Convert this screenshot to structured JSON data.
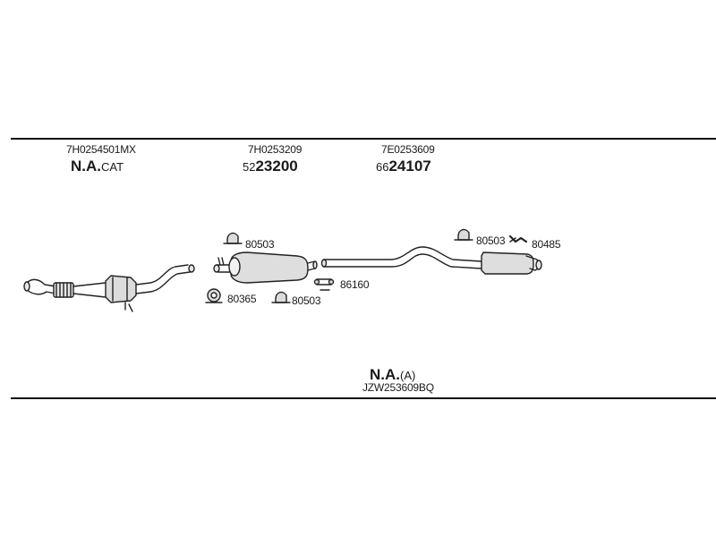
{
  "parts": [
    {
      "number": "7H0254501MX",
      "code_prefix": "N.A.",
      "code_suffix": "CAT"
    },
    {
      "number": "7H0253209",
      "code_prefix": "52",
      "code_suffix": "23200"
    },
    {
      "number": "7E0253609",
      "code_prefix": "66",
      "code_suffix": "24107"
    }
  ],
  "hardware": [
    {
      "id": "clamp-80503-a",
      "label": "80503"
    },
    {
      "id": "clamp-80365",
      "label": "80365"
    },
    {
      "id": "clamp-80503-b",
      "label": "80503"
    },
    {
      "id": "clamp-86160",
      "label": "86160"
    },
    {
      "id": "clamp-80503-c",
      "label": "80503"
    },
    {
      "id": "hanger-80485",
      "label": "80485"
    }
  ],
  "footer": {
    "code_prefix": "N.A.",
    "code_suffix": "(A)",
    "kit_number": "JZW253609BQ"
  },
  "colors": {
    "line": "#111111",
    "part_stroke": "#222222",
    "part_fill": "#d9d9d9"
  }
}
